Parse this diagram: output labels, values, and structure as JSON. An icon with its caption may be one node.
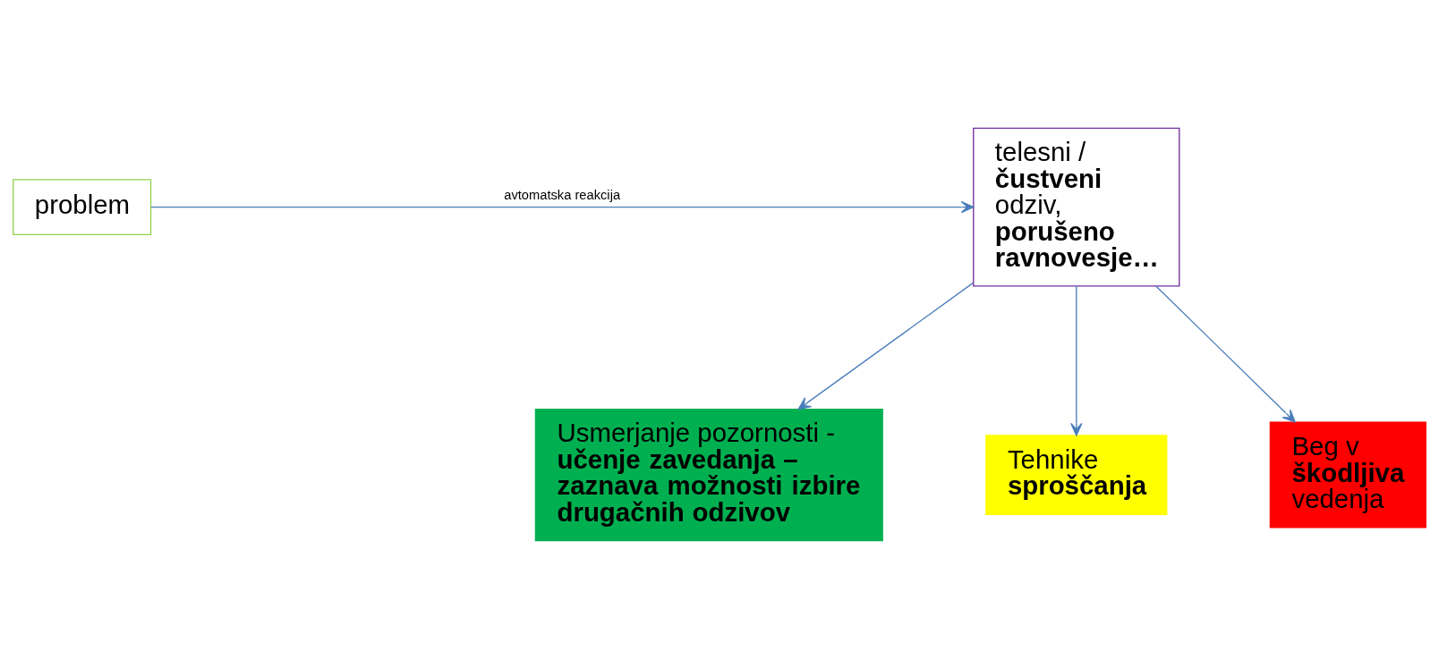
{
  "diagram": {
    "nodes": [
      {
        "text": [
          "problem"
        ]
      },
      {
        "text": [
          "telesni / **čustveni** odziv, **porušeno ravnovesje…**"
        ]
      },
      {
        "text": [
          "Usmerjanje pozornosti - **učenje zavedanja – zaznava možnosti izbire drugačnih odzivov**"
        ]
      },
      {
        "text": [
          "Tehnike **sproščanja**"
        ]
      },
      {
        "text": [
          "Beg v **škodljiva** vedenja"
        ]
      }
    ],
    "edges": [
      {
        "from": 0,
        "to": 1,
        "arrow": "to",
        "label": "avtomatska reakcija"
      },
      {
        "from": 1,
        "to": 2,
        "arrow": "to"
      },
      {
        "from": 1,
        "to": 3,
        "arrow": "to"
      },
      {
        "from": 1,
        "to": 4,
        "arrow": "to"
      }
    ]
  }
}
